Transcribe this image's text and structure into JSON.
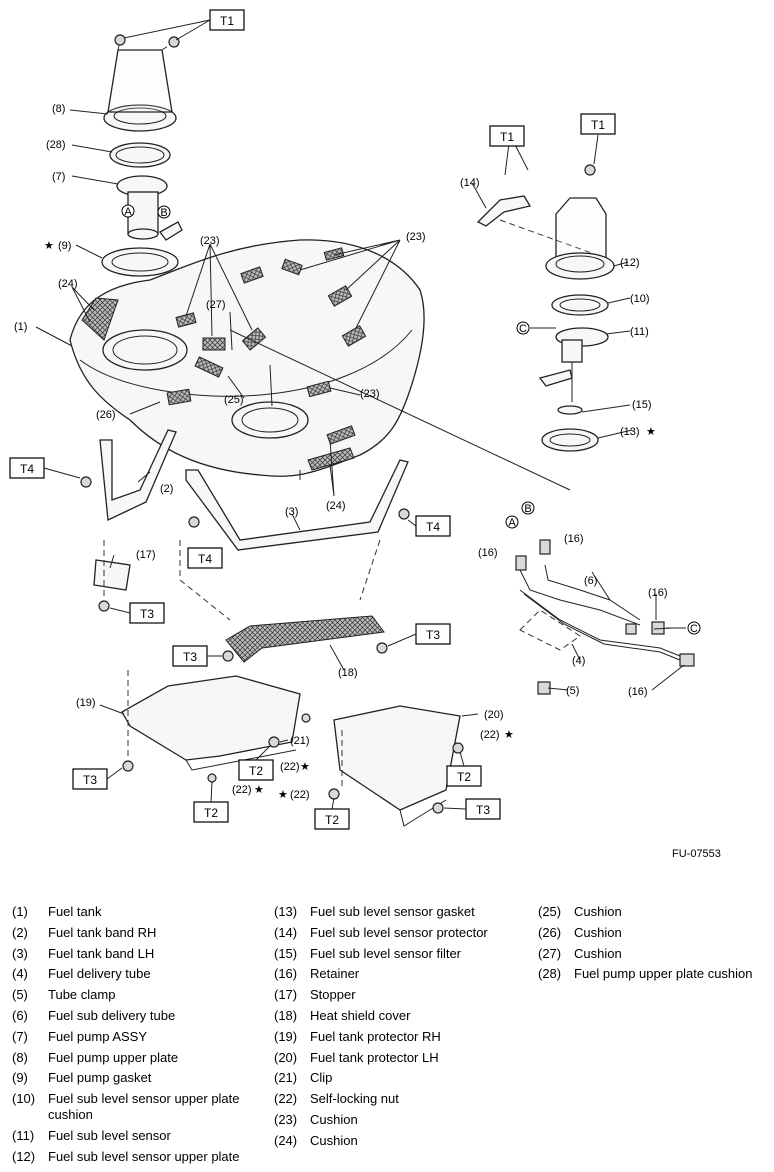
{
  "diagram_code": "FU-07553",
  "torque_labels": {
    "t1": "T1",
    "t2": "T2",
    "t3": "T3",
    "t4": "T4"
  },
  "callouts": {
    "c1": "(1)",
    "c2": "(2)",
    "c3": "(3)",
    "c4": "(4)",
    "c5": "(5)",
    "c6": "(6)",
    "c7": "(7)",
    "c8": "(8)",
    "c9": "(9)",
    "c10": "(10)",
    "c11": "(11)",
    "c12": "(12)",
    "c13": "(13)",
    "c14": "(14)",
    "c15": "(15)",
    "c16": "(16)",
    "c17": "(17)",
    "c18": "(18)",
    "c19": "(19)",
    "c20": "(20)",
    "c21": "(21)",
    "c22": "(22)",
    "c23": "(23)",
    "c24": "(24)",
    "c25": "(25)",
    "c26": "(26)",
    "c27": "(27)",
    "c28": "(28)"
  },
  "connectors": {
    "a": "A",
    "b": "B",
    "c": "C"
  },
  "star": "★",
  "legend": [
    {
      "num": "(1)",
      "text": "Fuel tank"
    },
    {
      "num": "(2)",
      "text": "Fuel tank band RH"
    },
    {
      "num": "(3)",
      "text": "Fuel tank band LH"
    },
    {
      "num": "(4)",
      "text": "Fuel delivery tube"
    },
    {
      "num": "(5)",
      "text": "Tube clamp"
    },
    {
      "num": "(6)",
      "text": "Fuel sub delivery tube"
    },
    {
      "num": "(7)",
      "text": "Fuel pump ASSY"
    },
    {
      "num": "(8)",
      "text": "Fuel pump upper plate"
    },
    {
      "num": "(9)",
      "text": "Fuel pump gasket"
    },
    {
      "num": "(10)",
      "text": "Fuel sub level sensor upper plate cushion"
    },
    {
      "num": "(11)",
      "text": "Fuel sub level sensor"
    },
    {
      "num": "(12)",
      "text": "Fuel sub level sensor upper plate"
    },
    {
      "num": "(13)",
      "text": "Fuel sub level sensor gasket"
    },
    {
      "num": "(14)",
      "text": "Fuel sub level sensor protector"
    },
    {
      "num": "(15)",
      "text": "Fuel sub level sensor filter"
    },
    {
      "num": "(16)",
      "text": "Retainer"
    },
    {
      "num": "(17)",
      "text": "Stopper"
    },
    {
      "num": "(18)",
      "text": "Heat shield cover"
    },
    {
      "num": "(19)",
      "text": "Fuel tank protector RH"
    },
    {
      "num": "(20)",
      "text": "Fuel tank protector LH"
    },
    {
      "num": "(21)",
      "text": "Clip"
    },
    {
      "num": "(22)",
      "text": "Self-locking nut"
    },
    {
      "num": "(23)",
      "text": "Cushion"
    },
    {
      "num": "(24)",
      "text": "Cushion"
    },
    {
      "num": "(25)",
      "text": "Cushion"
    },
    {
      "num": "(26)",
      "text": "Cushion"
    },
    {
      "num": "(27)",
      "text": "Cushion"
    },
    {
      "num": "(28)",
      "text": "Fuel pump upper plate cushion"
    }
  ]
}
